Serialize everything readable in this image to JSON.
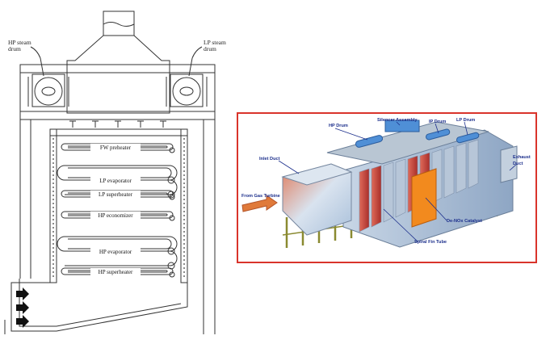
{
  "left_diagram": {
    "callouts": {
      "hp_steam_drum": "HP steam\ndrum",
      "lp_steam_drum": "LP steam\ndrum"
    },
    "sections": [
      "FW preheater",
      "LP evaporator",
      "LP superheater",
      "HP economizer",
      "HP evaporator",
      "HP superheater"
    ]
  },
  "right_diagram": {
    "labels": {
      "hp_drum": "HP Drum",
      "silencer_assembly": "Silencer Assembly",
      "ip_drum": "IP Drum",
      "lp_drum": "LP Drum",
      "inlet_duct": "Inlet Duct",
      "exhaust_duct": "Exhaust\nDuct",
      "from_gas_turbine": "From Gas Turbine",
      "denox_catalyst": "De-NOx Catalyst",
      "spiral_fin_tube": "Spiral Fin Tube"
    },
    "colors": {
      "frame": "#d9342b",
      "label_text": "#1c2f8c",
      "drum_blue": "#4f8fd6",
      "catalyst_orange": "#f28a1e",
      "tube_red": "#c0392b",
      "support_olive": "#9a9a40"
    }
  }
}
